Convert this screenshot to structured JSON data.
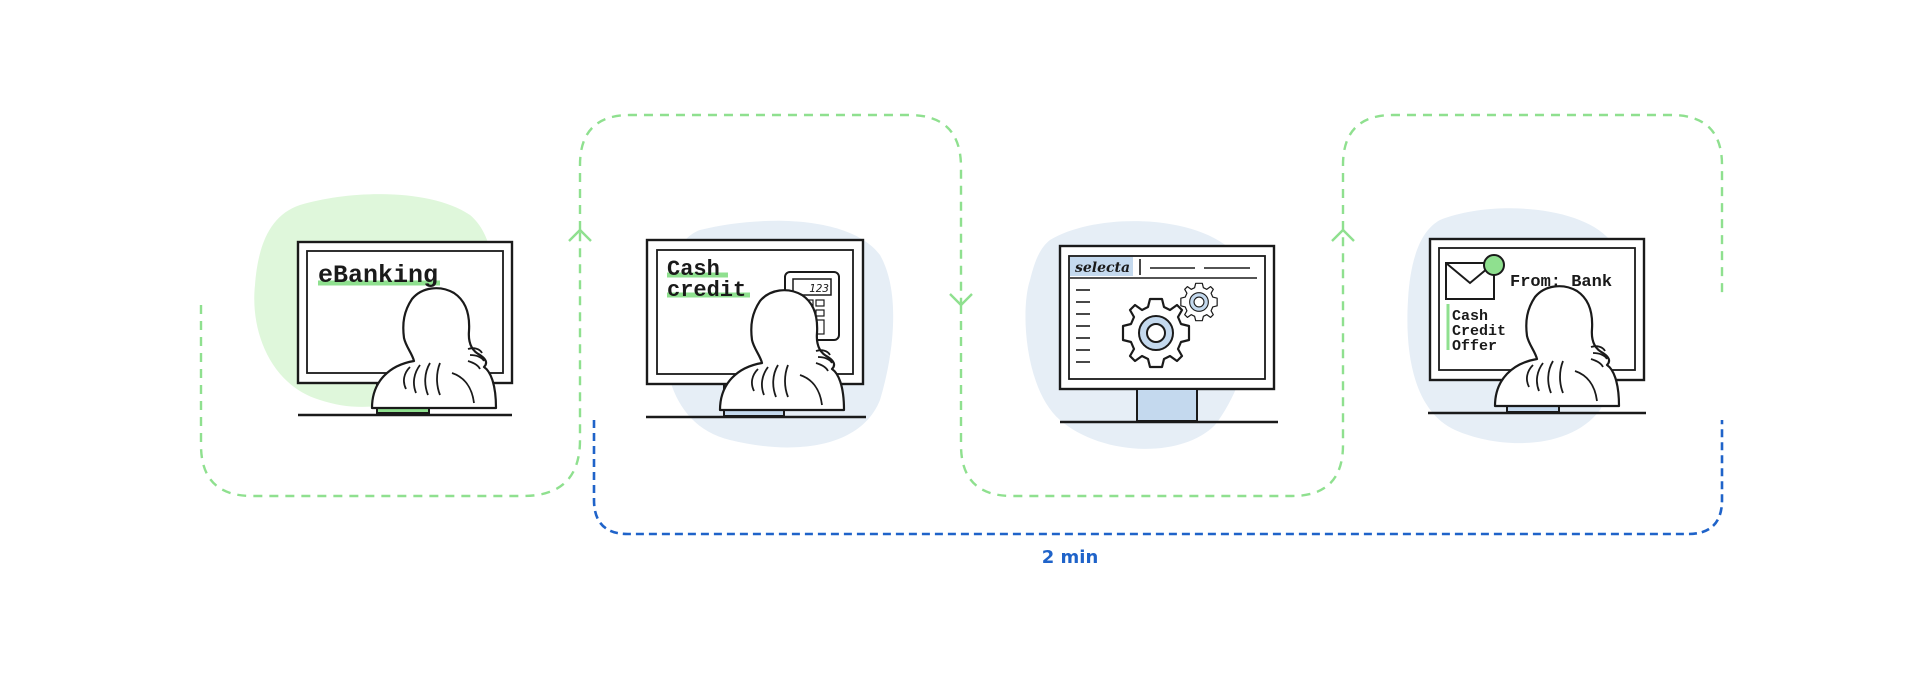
{
  "colors": {
    "green": "#8fe08f",
    "green_blob": "#dff7db",
    "blue_blob": "#e6eef6",
    "blue_line": "#1f63c9",
    "gear_fill": "#c4d9ee",
    "ink": "#1a1a1a"
  },
  "steps": [
    {
      "screen_text": [
        "eBanking"
      ],
      "has_person": true,
      "blob": "green"
    },
    {
      "screen_text": [
        "Cash",
        "credit"
      ],
      "calculator_display": "123",
      "has_person": true,
      "blob": "blue"
    },
    {
      "app_name": "selecta",
      "has_person": false,
      "blob": "blue",
      "icons": [
        "gear-icon",
        "gear-icon"
      ]
    },
    {
      "email_from": "From: Bank",
      "email_lines": [
        "Cash",
        "Credit",
        "Offer"
      ],
      "has_person": true,
      "blob": "blue",
      "icons": [
        "envelope-icon",
        "notification-dot-icon"
      ]
    }
  ],
  "duration_label": "2 min"
}
